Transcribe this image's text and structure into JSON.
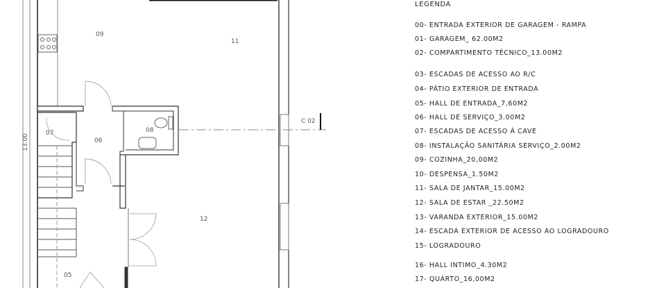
{
  "plan": {
    "dimension_label": "13.00",
    "section_marker": "C 02",
    "rooms": {
      "r05": "05",
      "r06": "06",
      "r07": "07",
      "r08": "08",
      "r09": "09",
      "r11": "11",
      "r12": "12"
    }
  },
  "legend": {
    "title": "LEGENDA",
    "items": [
      "00- ENTRADA EXTERIOR DE GARAGEM - RAMPA",
      "01- GARAGEM_ 62.00M2",
      "02- COMPARTIMENTO TÉCNICO_13.00M2",
      "03- ESCADAS DE ACESSO AO R/C",
      "04- PÁTIO EXTERIOR DE ENTRADA",
      "05- HALL DE ENTRADA_7,60M2",
      "06- HALL DE SERVIÇO_3.00M2",
      "07- ESCADAS DE ACESSO À CAVE",
      "08- INSTALAÇÃO SANITÁRIA SERVIÇO_2.00M2",
      "09- COZINHA_20,00M2",
      "10- DESPENSA_1.50M2",
      "11- SALA DE JANTAR_15.00M2",
      "12- SALA DE ESTAR _22.50M2",
      "13- VARANDA EXTERIOR_15.00M2",
      "14- ESCADA EXTERIOR DE ACESSO AO LOGRADOURO",
      "15- LOGRADOURO",
      "16- HALL INTIMO_4.30M2",
      "17- QUARTO_16,00M2"
    ]
  }
}
